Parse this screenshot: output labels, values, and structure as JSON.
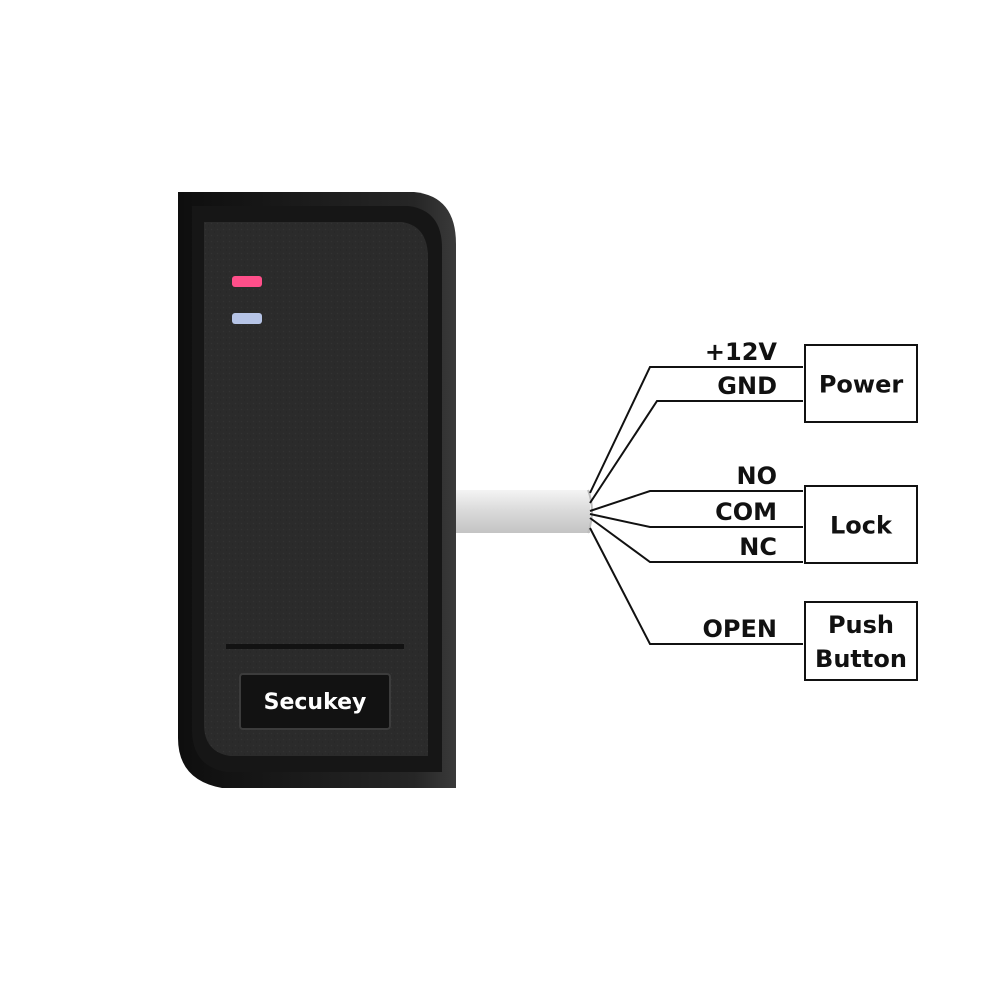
{
  "device": {
    "brand": "Secukey",
    "indicators": [
      {
        "name": "red-led",
        "color": "#ff4f8a"
      },
      {
        "name": "blue-led",
        "color": "#b6c4e6"
      }
    ],
    "body_color": "#1b1b1b",
    "face_color": "#2a2a2a",
    "cable_color": "#e4e4e4"
  },
  "groups": [
    {
      "label_lines": [
        "Power"
      ],
      "wires": [
        "+12V",
        "GND"
      ]
    },
    {
      "label_lines": [
        "Lock"
      ],
      "wires": [
        "NO",
        "COM",
        "NC"
      ]
    },
    {
      "label_lines": [
        "Push",
        "Button"
      ],
      "wires": [
        "OPEN"
      ]
    }
  ]
}
